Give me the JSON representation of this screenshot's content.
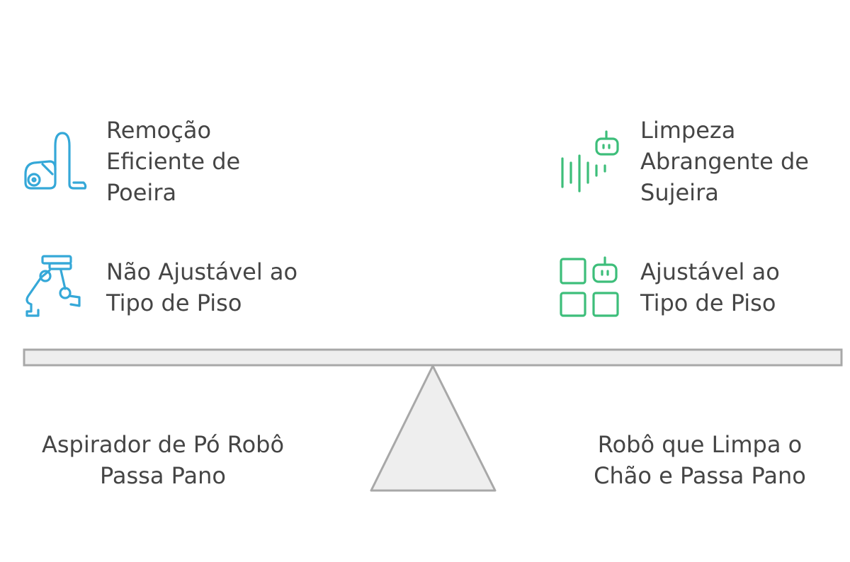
{
  "left": {
    "features": [
      {
        "icon": "vacuum-cleaner-icon",
        "text": "Remoção\nEficiente de\nPoeira"
      },
      {
        "icon": "robotic-arm-icon",
        "text": "Não Ajustável ao\nTipo de Piso"
      }
    ],
    "option_label": "Aspirador de Pó Robô\nPassa Pano"
  },
  "right": {
    "features": [
      {
        "icon": "robot-sound-wave-icon",
        "text": "Limpeza\nAbrangente de\nSujeira"
      },
      {
        "icon": "robot-grid-icon",
        "text": "Ajustável ao\nTipo de Piso"
      }
    ],
    "option_label": "Robô que Limpa o\nChão e Passa Pano"
  },
  "colors": {
    "left_accent": "#35A8D8",
    "right_accent": "#3DBE7A",
    "beam_fill": "#EEEEEE",
    "beam_stroke": "#A8A8A8",
    "text": "#454545"
  }
}
